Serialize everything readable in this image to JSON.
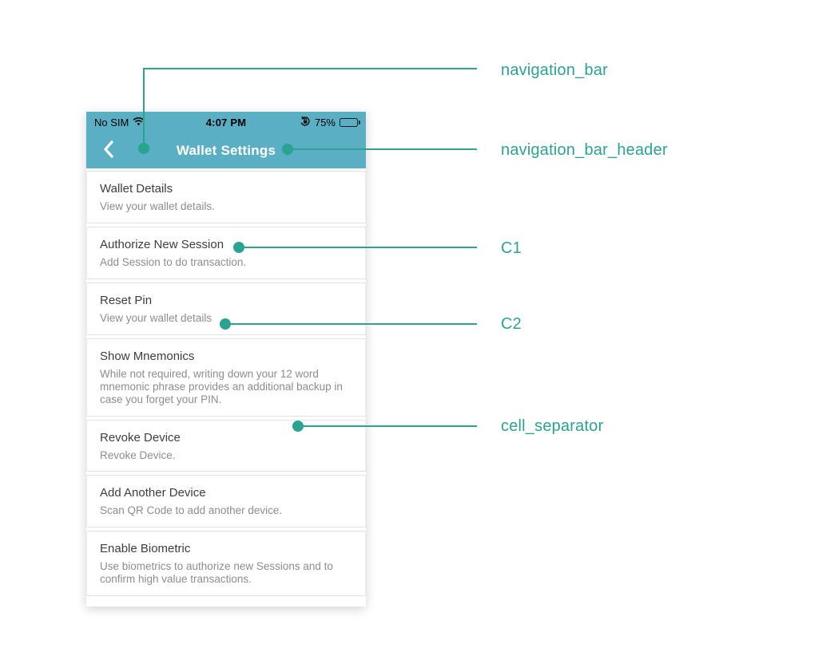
{
  "annotations": {
    "color": "#2aa391",
    "items": [
      {
        "label": "navigation_bar"
      },
      {
        "label": "navigation_bar_header"
      },
      {
        "label": "C1"
      },
      {
        "label": "C2"
      },
      {
        "label": "cell_separator"
      }
    ]
  },
  "phone": {
    "colors": {
      "bar": "#5bafc4"
    },
    "status_bar": {
      "carrier": "No SIM",
      "time": "4:07 PM",
      "battery_percent": "75%",
      "icons": [
        "wifi-icon",
        "orientation-lock-icon",
        "battery-icon"
      ]
    },
    "nav_bar": {
      "title": "Wallet Settings",
      "back_icon": "chevron-left"
    },
    "cells": [
      {
        "title": "Wallet Details",
        "subtitle": "View your wallet details."
      },
      {
        "title": "Authorize New Session",
        "subtitle": "Add Session to do transaction."
      },
      {
        "title": "Reset Pin",
        "subtitle": "View your wallet details"
      },
      {
        "title": "Show Mnemonics",
        "subtitle": "While not required, writing down your 12 word mnemonic phrase provides an additional backup in case you forget your PIN."
      },
      {
        "title": "Revoke Device",
        "subtitle": "Revoke Device."
      },
      {
        "title": "Add Another Device",
        "subtitle": "Scan QR Code to add another device."
      },
      {
        "title": "Enable Biometric",
        "subtitle": "Use biometrics to authorize new Sessions and to confirm high value transactions."
      }
    ]
  }
}
